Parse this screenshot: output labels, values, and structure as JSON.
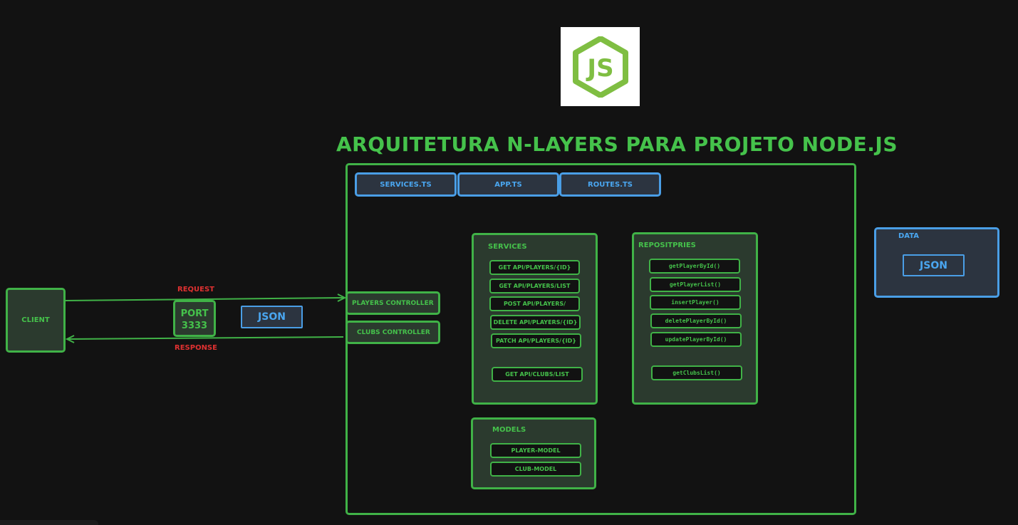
{
  "title": "ARQUITETURA N-LAYERS PARA PROJETO NODE.JS",
  "logo": {
    "icon": "nodejs-logo-icon",
    "text": "JS",
    "bg": "#ffffff",
    "color": "#7fbe42"
  },
  "colors": {
    "green": "#40b247",
    "blue": "#4a9ee6",
    "red": "#e03131",
    "background": "#121212"
  },
  "client": {
    "label": "CLIENT"
  },
  "request": {
    "label": "REQUEST"
  },
  "response": {
    "label": "RESPONSE"
  },
  "port": {
    "line1": "PORT",
    "line2": "3333"
  },
  "json_left": {
    "label": "JSON"
  },
  "files": [
    "SERVICES.TS",
    "APP.TS",
    "ROUTES.TS"
  ],
  "controllers": {
    "players": "PLAYERS CONTROLLER",
    "clubs": "CLUBS CONTROLLER"
  },
  "services": {
    "title": "SERVICES",
    "items": [
      "GET API/PLAYERS/{ID}",
      "GET API/PLAYERS/LIST",
      "POST API/PLAYERS/",
      "DELETE API/PLAYERS/{ID}",
      "PATCH API/PLAYERS/{ID}",
      "GET API/CLUBS/LIST"
    ]
  },
  "repositories": {
    "title": "REPOSITPRIES",
    "items": [
      "getPlayerById()",
      "getPlayerList()",
      "insertPlayer()",
      "deletePlayerById()",
      "updatePlayerById()",
      "getClubsList()"
    ]
  },
  "models": {
    "title": "MODELS",
    "items": [
      "PLAYER-MODEL",
      "CLUB-MODEL"
    ]
  },
  "data": {
    "title": "DATA",
    "json": "JSON"
  }
}
